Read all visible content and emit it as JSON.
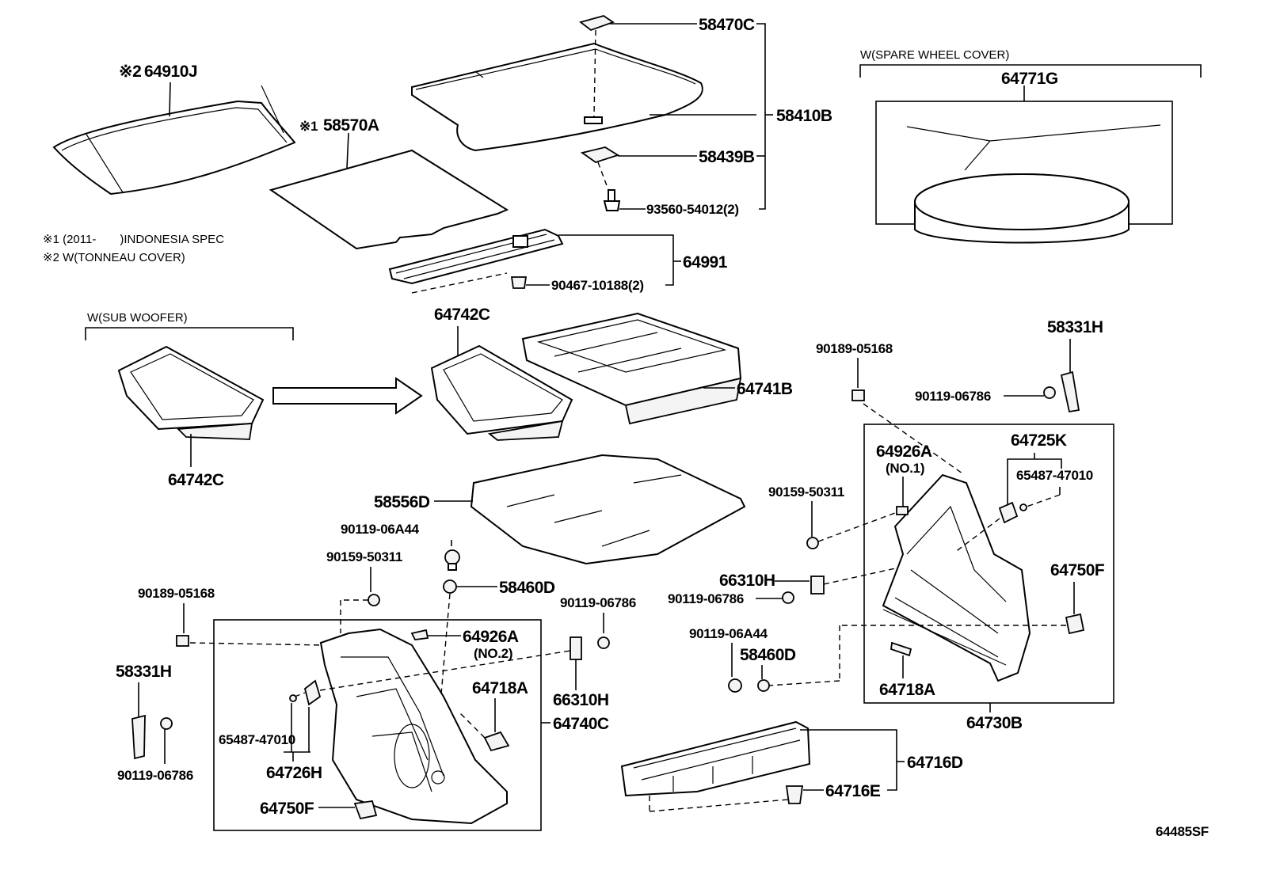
{
  "parts": {
    "p58470C": "58470C",
    "p58410B": "58410B",
    "p58439B": "58439B",
    "p93560": "93560-54012(2)",
    "p64910J": "64910J",
    "p58570A": "58570A",
    "p64991": "64991",
    "p90467": "90467-10188(2)",
    "p64771G": "64771G",
    "p64742C_top": "64742C",
    "p64742C_left": "64742C",
    "p64741B": "64741B",
    "p58331H_right": "58331H",
    "p90189_right": "90189-05168",
    "p90119_06786_right": "90119-06786",
    "p64926A_right": "64926A",
    "p64926A_right_sub": "(NO.1)",
    "p64725K": "64725K",
    "p65487_right": "65487-47010",
    "p90159_right": "90159-50311",
    "p66310H_right": "66310H",
    "p90119_06786_mid": "90119-06786",
    "p64750F_right": "64750F",
    "p90119_06A44_right": "90119-06A44",
    "p58460D_right": "58460D",
    "p64718A_right": "64718A",
    "p64730B": "64730B",
    "p58556D": "58556D",
    "p90119_06A44_left": "90119-06A44",
    "p90159_left": "90159-50311",
    "p58460D_left": "58460D",
    "p90189_left": "90189-05168",
    "p90119_06786_center": "90119-06786",
    "p64926A_left": "64926A",
    "p64926A_left_sub": "(NO.2)",
    "p64718A_left": "64718A",
    "p66310H_left": "66310H",
    "p64740C": "64740C",
    "p58331H_left": "58331H",
    "p65487_left": "65487-47010",
    "p64726H": "64726H",
    "p90119_06786_left": "90119-06786",
    "p64750F_left": "64750F",
    "p64716D": "64716D",
    "p64716E": "64716E"
  },
  "marks": {
    "m1": "※1",
    "m2": "※2"
  },
  "notes": {
    "note1": "※1 (2011-　　)INDONESIA SPEC",
    "note2": "※2 W(TONNEAU COVER)",
    "sub_woofer": "W(SUB WOOFER)",
    "spare_wheel": "W(SPARE WHEEL COVER)"
  },
  "figure_code": "64485SF"
}
